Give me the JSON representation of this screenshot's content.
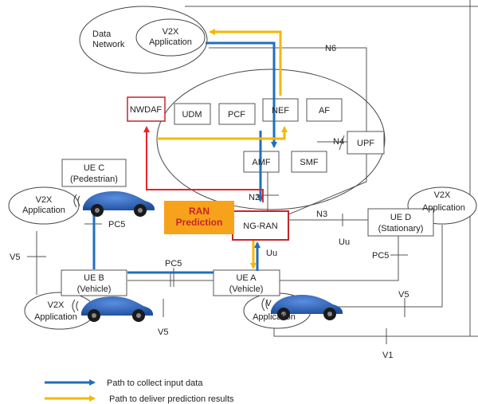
{
  "nodes": {
    "data_network": {
      "line1": "Data",
      "line2": "Network"
    },
    "v2x_app_top": {
      "line1": "V2X",
      "line2": "Application"
    },
    "nwdaf": "NWDAF",
    "udm": "UDM",
    "pcf": "PCF",
    "nef": "NEF",
    "af": "AF",
    "upf": "UPF",
    "amf": "AMF",
    "smf": "SMF",
    "ng_ran": "NG-RAN",
    "ran_prediction": {
      "line1": "RAN",
      "line2": "Prediction"
    },
    "ue_c": {
      "line1": "UE C",
      "line2": "(Pedestrian)"
    },
    "ue_d": {
      "line1": "UE D",
      "line2": "(Stationary)"
    },
    "ue_b": {
      "line1": "UE B",
      "line2": "(Vehicle)"
    },
    "ue_a": {
      "line1": "UE A",
      "line2": "(Vehicle)"
    },
    "v2x_app_left": {
      "line1": "V2X",
      "line2": "Application"
    },
    "v2x_app_right": {
      "line1": "V2X",
      "line2": "Application"
    },
    "v2x_app_ue_b": {
      "line1": "V2X",
      "line2": "Application"
    },
    "v2x_app_ue_a": {
      "line1": "V",
      "line2": "Application"
    }
  },
  "interfaces": {
    "n6": "N6",
    "n4": "N4",
    "n2": "N2",
    "n3": "N3",
    "uu_ng": "Uu",
    "uu_d": "Uu",
    "pc5_c": "PC5",
    "pc5_ab": "PC5",
    "pc5_d": "PC5",
    "v5_left": "V5",
    "v5_b": "V5",
    "v5_a": "V5",
    "v1": "V1"
  },
  "legend": [
    {
      "label": "Path to collect input data",
      "color": "#1f6fbd"
    },
    {
      "label": "Path to deliver prediction results",
      "color": "#f5b800"
    }
  ],
  "colors": {
    "collect_path": "#1f6fbd",
    "deliver_path": "#f5b800",
    "nwdaf_path": "#e8232a",
    "ran_prediction_fill": "#f7a21b",
    "vehicle_body": "#2e62b5"
  },
  "icons": [
    "car-icon",
    "wireless-signal-icon"
  ]
}
